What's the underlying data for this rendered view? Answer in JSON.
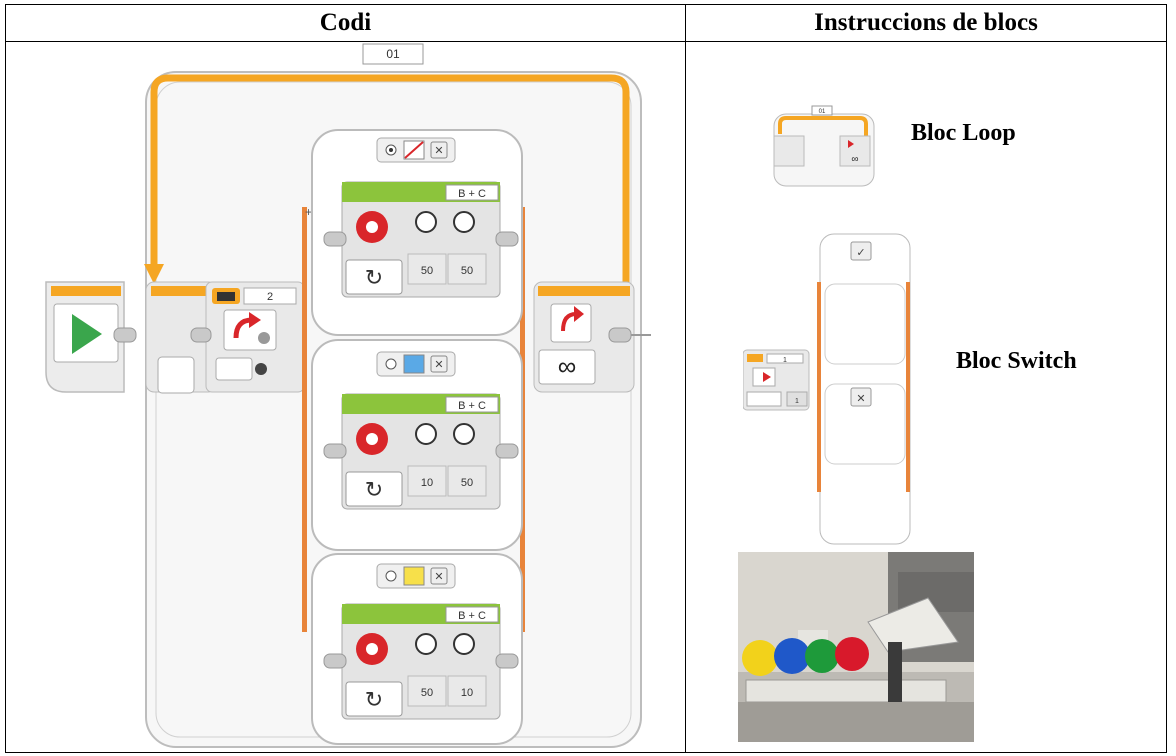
{
  "table": {
    "header_left": "Codi",
    "header_right": "Instruccions de blocs"
  },
  "loop": {
    "label": "01",
    "count_icon": "infinity-icon"
  },
  "switch": {
    "mode_value": "2"
  },
  "cases": [
    {
      "selector": "no-color",
      "port": "B + C",
      "power_left": "50",
      "power_right": "50"
    },
    {
      "selector": "blue",
      "port": "B + C",
      "power_left": "10",
      "power_right": "50"
    },
    {
      "selector": "yellow",
      "port": "B + C",
      "power_left": "50",
      "power_right": "10"
    }
  ],
  "instructions": {
    "loop_label": "Bloc Loop",
    "loop_mini_label": "01",
    "switch_label": "Bloc Switch",
    "switch_mini_value": "1",
    "switch_mini_port": "1"
  },
  "colors": {
    "loop_orange": "#f5a623",
    "switch_orange": "#e8843a",
    "motor_green": "#8cc43c",
    "start_green": "#3aa64c",
    "block_gray": "#e4e4e4",
    "ball_yellow": "#f2d21b",
    "ball_blue": "#1f58c9",
    "ball_green": "#1e9a3a",
    "ball_red": "#d8192b"
  }
}
